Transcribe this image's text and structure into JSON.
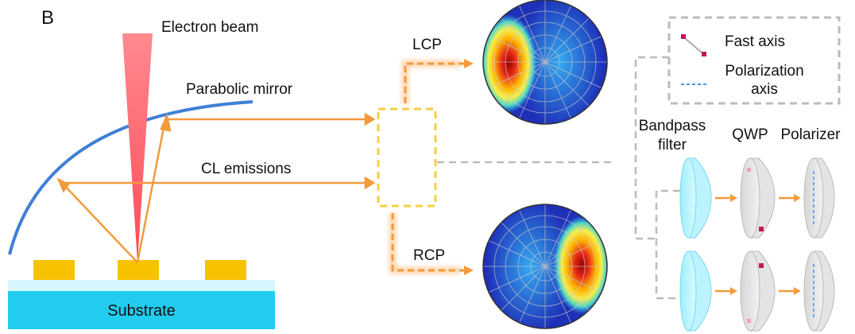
{
  "panel_label": "B",
  "labels": {
    "electron_beam": "Electron beam",
    "parabolic_mirror": "Parabolic mirror",
    "cl_emissions": "CL emissions",
    "substrate": "Substrate",
    "lcp": "LCP",
    "rcp": "RCP",
    "fast_axis": "Fast axis",
    "polarization_axis_1": "Polarization",
    "polarization_axis_2": "axis",
    "bandpass_filter_1": "Bandpass",
    "bandpass_filter_2": "filter",
    "qwp": "QWP",
    "polarizer": "Polarizer"
  },
  "colors": {
    "beam": "#ff5a5f",
    "mirror": "#3f7fd6",
    "arrow": "#f39a3c",
    "gold": "#f7c300",
    "substrate": "#22ccee",
    "substrate_top": "#d8f6ff",
    "dashed_gray": "#bbbbbb",
    "dashed_yellow": "#f4d03f",
    "marker": "#c2185b",
    "pol_axis": "#4a90e2"
  }
}
